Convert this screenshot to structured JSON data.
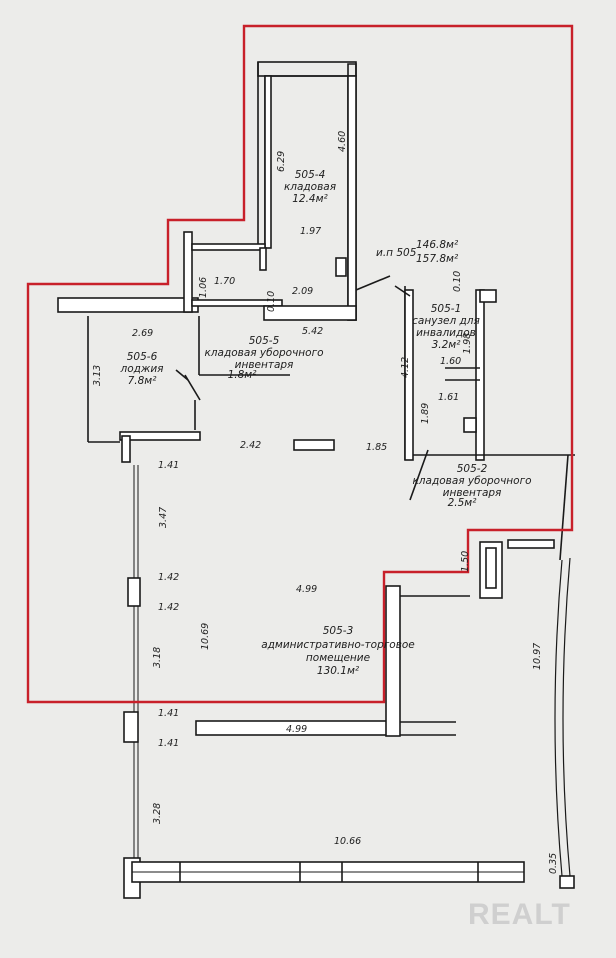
{
  "rooms": [
    {
      "id": "505-4",
      "name": "кладовая",
      "area": "12.4м²"
    },
    {
      "id": "505-1",
      "name_line1": "санузел для",
      "name_line2": "инвалидов",
      "area": "3.2м²"
    },
    {
      "id": "505-5",
      "name_line1": "кладовая уборочного",
      "name_line2": "инвентаря",
      "area": "1.8м²"
    },
    {
      "id": "505-6",
      "name": "лоджия",
      "area": "7.8м²"
    },
    {
      "id": "505-2",
      "name_line1": "кладовая уборочного",
      "name_line2": "инвентаря",
      "area": "2.5м²"
    },
    {
      "id": "505-3",
      "name_line1": "административно-торговое",
      "name_line2": "помещение",
      "area": "130.1м²"
    }
  ],
  "unit": {
    "label": "и.п 505",
    "area1": "146.8м²",
    "area2": "157.8м²"
  },
  "dimensions": {
    "d629": "6.29",
    "d460": "4.60",
    "d197": "1.97",
    "d170": "1.70",
    "d106": "1.06",
    "d209": "2.09",
    "d010a": "0.10",
    "d010b": "0.10",
    "d542": "5.42",
    "d269": "2.69",
    "d313": "3.13",
    "d412": "4.12",
    "d160": "1.60",
    "d198": "1.98",
    "d161": "1.61",
    "d189": "1.89",
    "d242": "2.42",
    "d185": "1.85",
    "d141a": "1.41",
    "d347": "3.47",
    "d150": "1.50",
    "d142a": "1.42",
    "d142b": "1.42",
    "d499a": "4.99",
    "d1069": "10.69",
    "d318": "3.18",
    "d1097": "10.97",
    "d141b": "1.41",
    "d141c": "1.41",
    "d499b": "4.99",
    "d328": "3.28",
    "d1066": "10.66",
    "d035": "0.35"
  },
  "watermark": "REALT",
  "colors": {
    "boundary": "#c8202a",
    "wall": "#1a1a1a",
    "paper": "#ececea"
  }
}
